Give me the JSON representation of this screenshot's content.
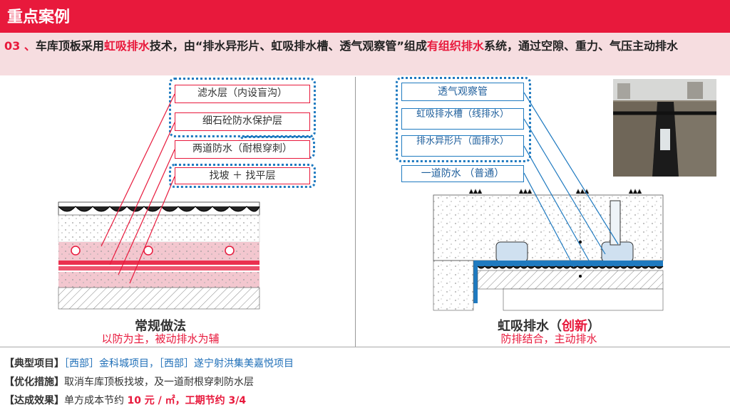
{
  "header": {
    "title": "重点案例"
  },
  "subtitle": {
    "prefix": "03 、",
    "part1": "车库顶板采用",
    "highlight1": "虹吸排水",
    "part2": "技术，由“排水异形片、虹吸排水槽、透气观察管”组成",
    "highlight2": "有组织排水",
    "part3": "系统，通过空隙、重力、气压主动排水"
  },
  "left_panel": {
    "labels": [
      "滤水层（内设盲沟）",
      "细石砼防水保护层",
      "两道防水（耐根穿刺）",
      "找坡 ＋ 找平层"
    ],
    "caption": "常规做法",
    "sub_caption": "以防为主，被动排水为辅"
  },
  "right_panel": {
    "labels": [
      "透气观察管",
      "虹吸排水槽（线排水）",
      "排水异形片（面排水）",
      "一道防水 （普通）"
    ],
    "caption_main": "虹吸排水（",
    "caption_highlight": "创新",
    "caption_end": "）",
    "sub_caption": "防排结合，主动排水"
  },
  "bottom": {
    "project_key": "【典型项目】",
    "project_value": "［西部］金科城项目，［西部］遂宁射洪集美嘉悦项目",
    "measure_key": "【优化措施】",
    "measure_value": "取消车库顶板找坡，及一道耐根穿刺防水层",
    "result_key": "【达成效果】",
    "result_prefix": "单方成本节约 ",
    "result_value": "10 元 / ㎡，工期节约 3/4"
  },
  "colors": {
    "brand_red": "#e8193c",
    "accent_blue": "#1f7ac0"
  }
}
